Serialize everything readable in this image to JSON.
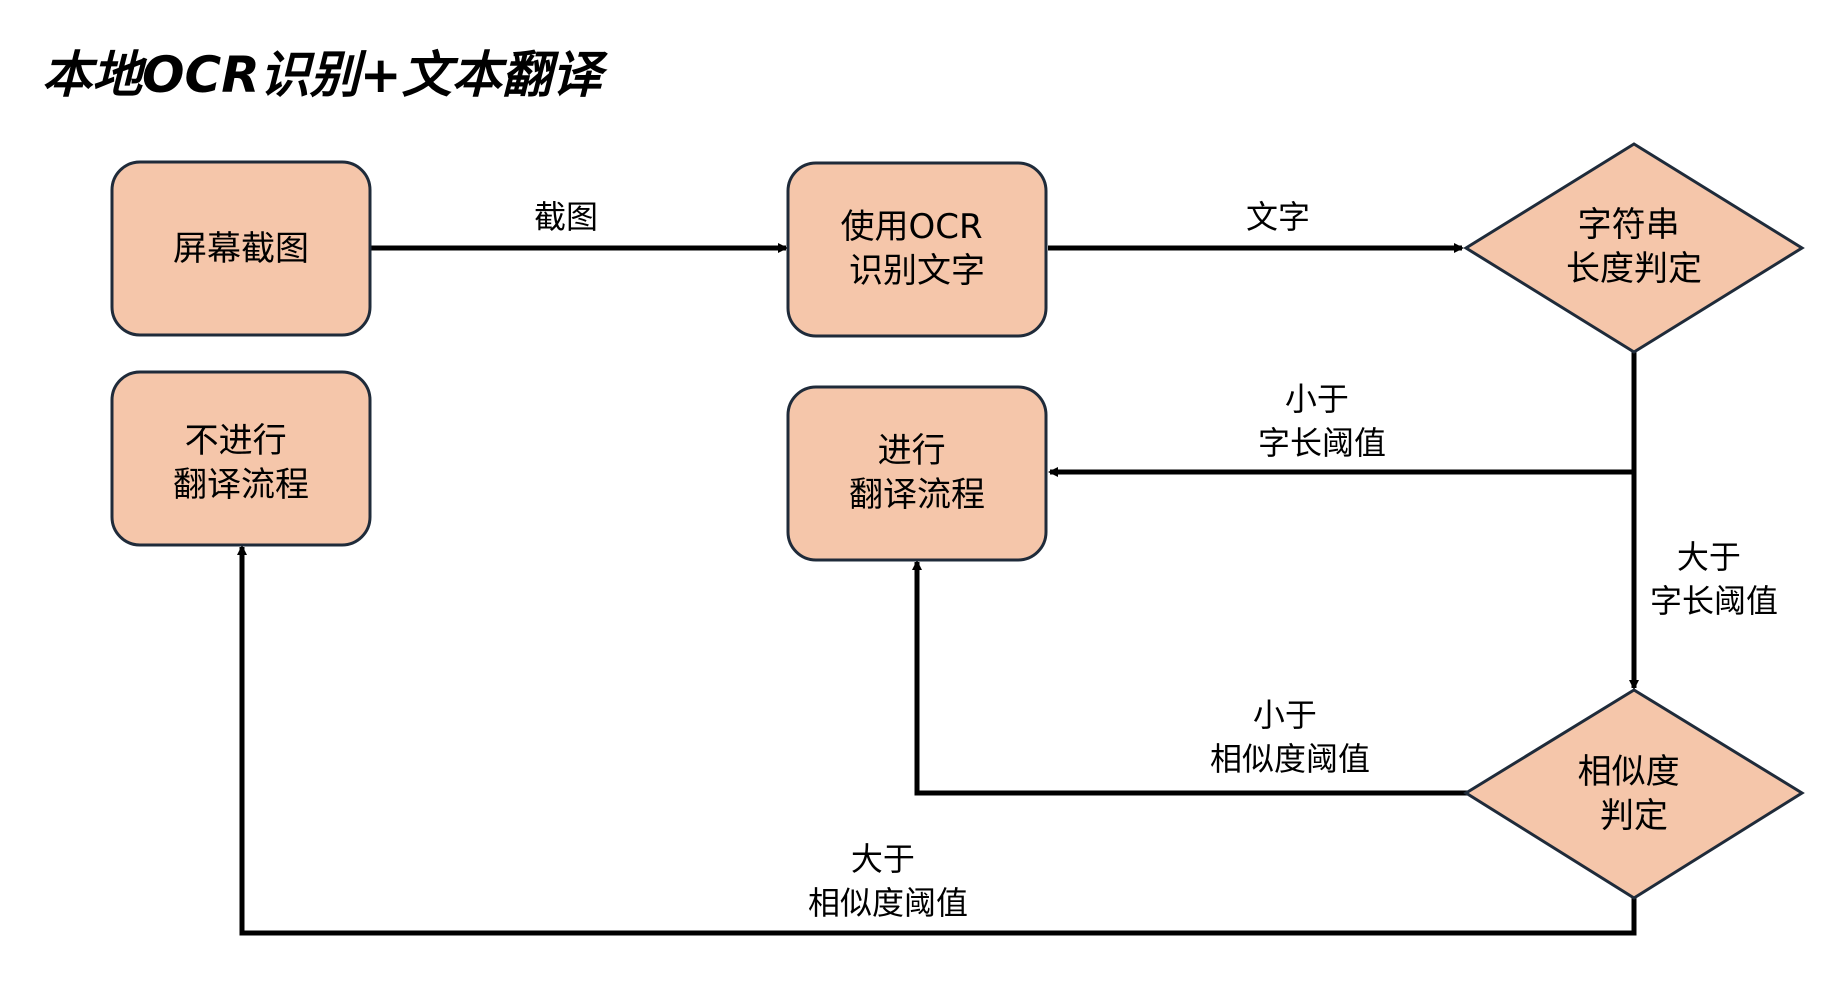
{
  "title": "本地OCR识别+文本翻译",
  "colors": {
    "node_fill": "#f5c6aa",
    "node_stroke": "#1f2b3a",
    "edge": "#000000"
  },
  "nodes": {
    "screenshot": {
      "lines": [
        "屏幕截图"
      ]
    },
    "ocr": {
      "lines": [
        "使用OCR",
        "识别文字"
      ]
    },
    "length_check": {
      "lines": [
        "字符串",
        "长度判定"
      ]
    },
    "no_translate": {
      "lines": [
        "不进行",
        "翻译流程"
      ]
    },
    "translate": {
      "lines": [
        "进行",
        "翻译流程"
      ]
    },
    "similarity_check": {
      "lines": [
        "相似度",
        "判定"
      ]
    }
  },
  "edges": {
    "screenshot_to_ocr": {
      "lines": [
        "截图"
      ]
    },
    "ocr_to_length": {
      "lines": [
        "文字"
      ]
    },
    "length_to_translate": {
      "lines": [
        "小于",
        "字长阈值"
      ]
    },
    "length_to_similarity": {
      "lines": [
        "大于",
        "字长阈值"
      ]
    },
    "similarity_to_translate": {
      "lines": [
        "小于",
        "相似度阈值"
      ]
    },
    "similarity_to_no_translate": {
      "lines": [
        "大于",
        "相似度阈值"
      ]
    }
  }
}
